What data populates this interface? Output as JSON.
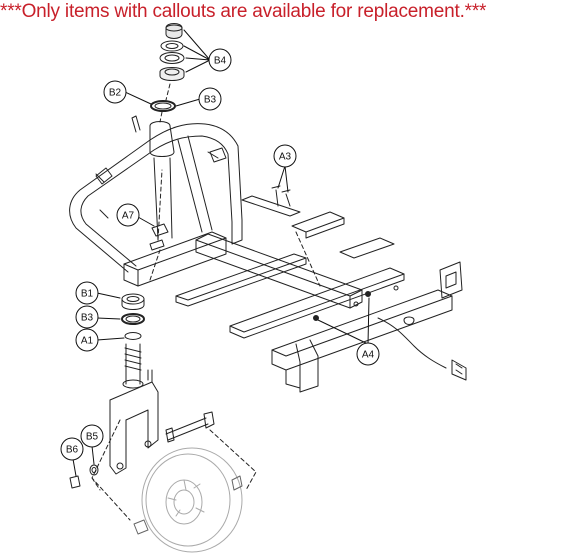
{
  "notice": {
    "text": "***Only items with callouts are available for replacement.***",
    "color": "#c8202a"
  },
  "callouts": [
    {
      "label": "B4"
    },
    {
      "label": "B2"
    },
    {
      "label": "B3"
    },
    {
      "label": "A3"
    },
    {
      "label": "A7"
    },
    {
      "label": "B1"
    },
    {
      "label": "B3"
    },
    {
      "label": "A1"
    },
    {
      "label": "A4"
    },
    {
      "label": "B5"
    },
    {
      "label": "B6"
    }
  ]
}
